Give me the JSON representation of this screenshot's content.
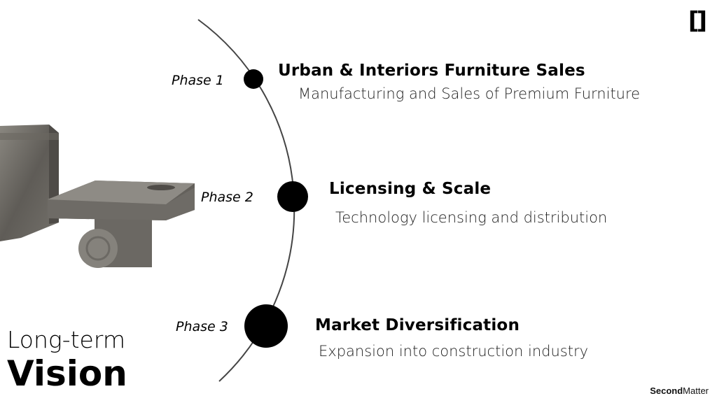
{
  "logo": "[]",
  "brand": {
    "bold": "Second",
    "regular": "Matter"
  },
  "heading": {
    "line1": "Long-term",
    "line2": "Vision"
  },
  "phases": [
    {
      "label": "Phase 1",
      "title": "Urban & Interiors Furniture Sales",
      "subtitle": "Manufacturing and Sales of Premium Furniture"
    },
    {
      "label": "Phase 2",
      "title": "Licensing & Scale",
      "subtitle": "Technology licensing and distribution"
    },
    {
      "label": "Phase 3",
      "title": "Market Diversification",
      "subtitle": "Expansion into construction industry"
    }
  ]
}
